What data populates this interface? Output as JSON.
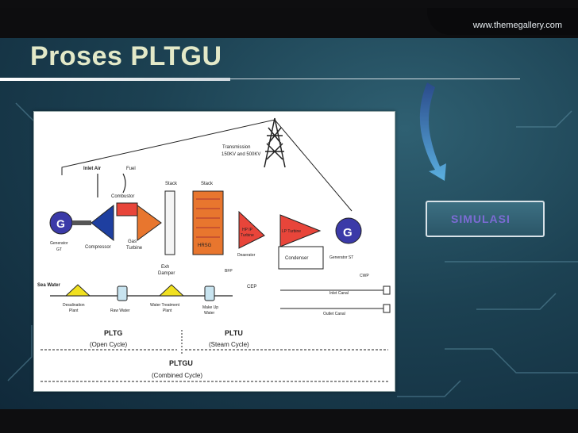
{
  "header": {
    "site_url": "www.themegallery.com"
  },
  "slide": {
    "title": "Proses PLTGU"
  },
  "diagram": {
    "labels": {
      "transmission": "Transmission",
      "transmission_kv": "150KV and 500KV",
      "inlet_air": "Inlet Air",
      "fuel": "Fuel",
      "combustor": "Combustor",
      "stack1": "Stack",
      "stack2": "Stack",
      "generator_gt_1": "Generator",
      "generator_gt_2": "GT",
      "compressor": "Compressor",
      "gas_turbine_1": "Gas",
      "gas_turbine_2": "Turbine",
      "exh_damper_1": "Exh",
      "exh_damper_2": "Damper",
      "hrsg": "HRSG",
      "hp_ip_turbine_1": "HP IP",
      "hp_ip_turbine_2": "Turbine",
      "lp_turbine": "LP Turbine",
      "deaerator": "Deaerator",
      "condenser": "Condenser",
      "generator_st": "Generator ST",
      "bfp": "BFP",
      "cep": "CEP",
      "cwp": "CWP",
      "inlet_canal": "Inlet Canal",
      "outlet_canal": "Outlet Canal",
      "sea_water": "Sea Water",
      "desal_1": "Desalination",
      "desal_2": "Plant",
      "raw_water": "Raw Water",
      "water_treatment_1": "Water Treatment",
      "water_treatment_2": "Plant",
      "makeup_1": "Make Up",
      "makeup_2": "Water",
      "g1": "G",
      "g2": "G",
      "pltg": "PLTG",
      "pltg_sub": "(Open  Cycle)",
      "pltu": "PLTU",
      "pltu_sub": "(Steam Cycle)",
      "pltgu": "PLTGU",
      "pltgu_sub": "(Combined Cycle)"
    }
  },
  "actions": {
    "simulasi_label": "SIMULASI"
  },
  "colors": {
    "title": "#e3e9c8",
    "slide_bg": "#1c4152",
    "turbine_blue": "#1e3fa0",
    "turbine_red": "#e8453a",
    "hrsg_orange": "#e8762e",
    "generator_purple": "#3b3aa8",
    "pump_yellow": "#f0e020",
    "tank_blue": "#c8e4f0",
    "button_text": "#7c6bd4"
  }
}
